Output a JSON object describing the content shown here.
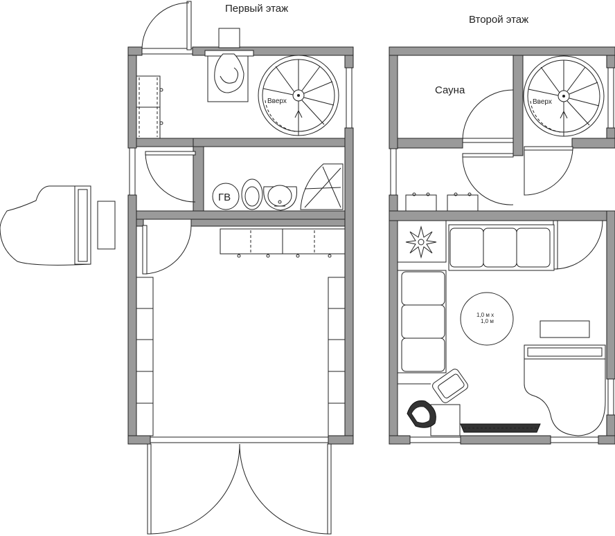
{
  "floors": {
    "first": {
      "title": "Первый этаж"
    },
    "second": {
      "title": "Второй этаж"
    }
  },
  "rooms": {
    "sauna": "Сауна"
  },
  "labels": {
    "stairs_up_first": "Вверх",
    "stairs_up_second": "Вверх",
    "water_heater": "ГВ",
    "table_size_line1": "1,0 м x",
    "table_size_line2": "1,0 м"
  },
  "colors": {
    "wall_fill": "#9a9a9a",
    "line": "#222222",
    "background": "#ffffff"
  }
}
